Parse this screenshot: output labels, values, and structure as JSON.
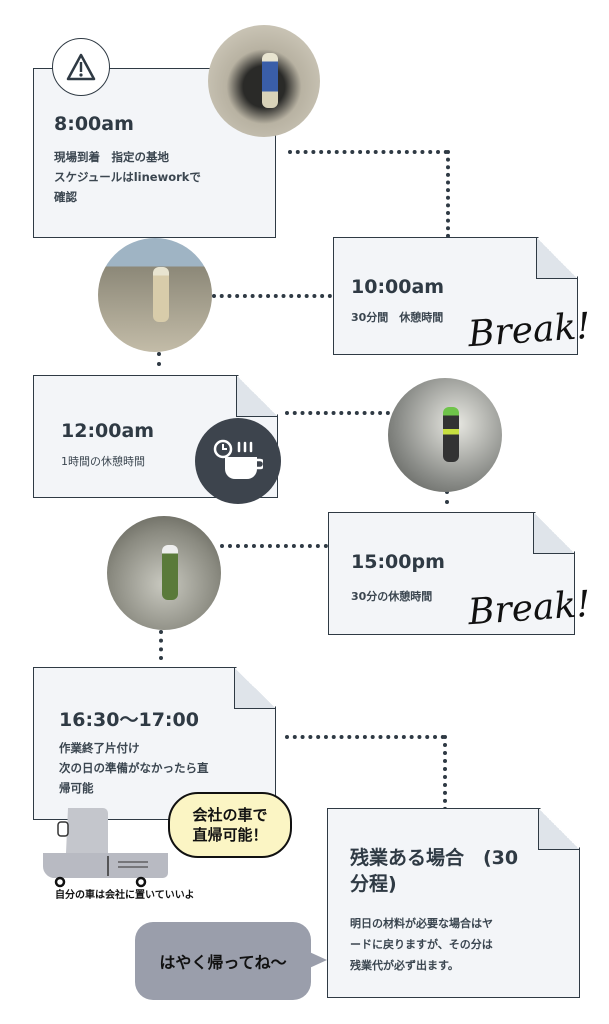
{
  "steps": [
    {
      "time": "8:00am",
      "lines": [
        "現場到着　指定の基地",
        "スケジュールはlineworkで",
        "確認"
      ],
      "icon": "warning-icon"
    },
    {
      "time": "10:00am",
      "lines": [
        "30分間　休憩時間"
      ],
      "badge": "Break!"
    },
    {
      "time": "12:00am",
      "lines": [
        "1時間の休憩時間"
      ],
      "icon": "coffee-icon"
    },
    {
      "time": "15:00pm",
      "lines": [
        "30分の休憩時間"
      ],
      "badge": "Break!"
    },
    {
      "time": "16:30〜17:00",
      "lines": [
        "作業終了片付け",
        "次の日の準備がなかったら直",
        "帰可能"
      ]
    },
    {
      "time": "残業ある場合　(30",
      "time2": "分程)",
      "lines": [
        "明日の材料が必要な場合はヤ",
        "ードに戻りますが、その分は",
        "残業代が必ず出ます。"
      ]
    }
  ],
  "car_bubble": [
    "会社の車で",
    "直帰可能！"
  ],
  "car_caption": "自分の車は会社に置いていいよ",
  "gray_bubble": "はやく帰ってね〜",
  "colors": {
    "dark": "#2f3a44",
    "card": "#f3f5f8",
    "yellow": "#fbf5c4",
    "gray": "#9a9eab"
  }
}
